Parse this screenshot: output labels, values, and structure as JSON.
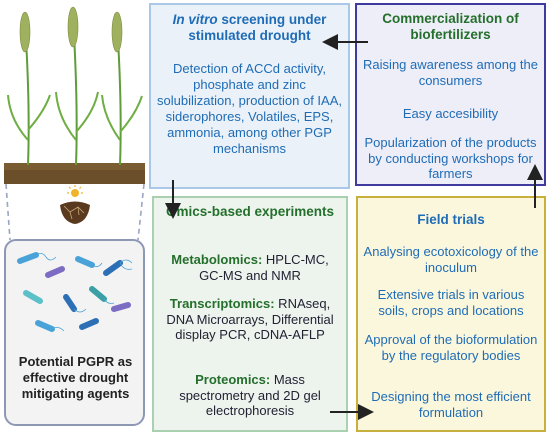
{
  "vitro": {
    "title_italic": "In vitro",
    "title_rest": " screening under stimulated drought",
    "text": "Detection of ACCd activity, phosphate and zinc solubilization, production of IAA, siderophores, Volatiles, EPS, ammonia, among other PGP mechanisms"
  },
  "commercialization": {
    "title": "Commercialization of biofertilizers",
    "items": [
      "Raising awareness among the consumers",
      "Easy accesibility",
      "Popularization of the products by conducting workshops for farmers"
    ]
  },
  "omics": {
    "title": "Omics-based experiments",
    "sections": [
      {
        "label": "Metabolomics:",
        "text": " HPLC-MC, GC-MS and NMR"
      },
      {
        "label": "Transcriptomics:",
        "text": " RNAseq, DNA Microarrays, Differential display PCR, cDNA-AFLP"
      },
      {
        "label": "Proteomics:",
        "text": " Mass spectrometry and 2D gel electrophoresis"
      }
    ]
  },
  "field": {
    "title": "Field trials",
    "items": [
      "Analysing ecotoxicology of the inoculum",
      "Extensive trials in various soils, crops and locations",
      "Approval of the bioformulation by the regulatory bodies",
      "Designing the most efficient formulation"
    ]
  },
  "pgpr": {
    "caption": "Potential PGPR as effective drought mitigating agents"
  },
  "colors": {
    "arrow": "#222222",
    "vitro_text": "#1f6cb6",
    "omics_title": "#256f2c",
    "comm_title": "#256f2c",
    "field_title": "#1f6cb6"
  }
}
